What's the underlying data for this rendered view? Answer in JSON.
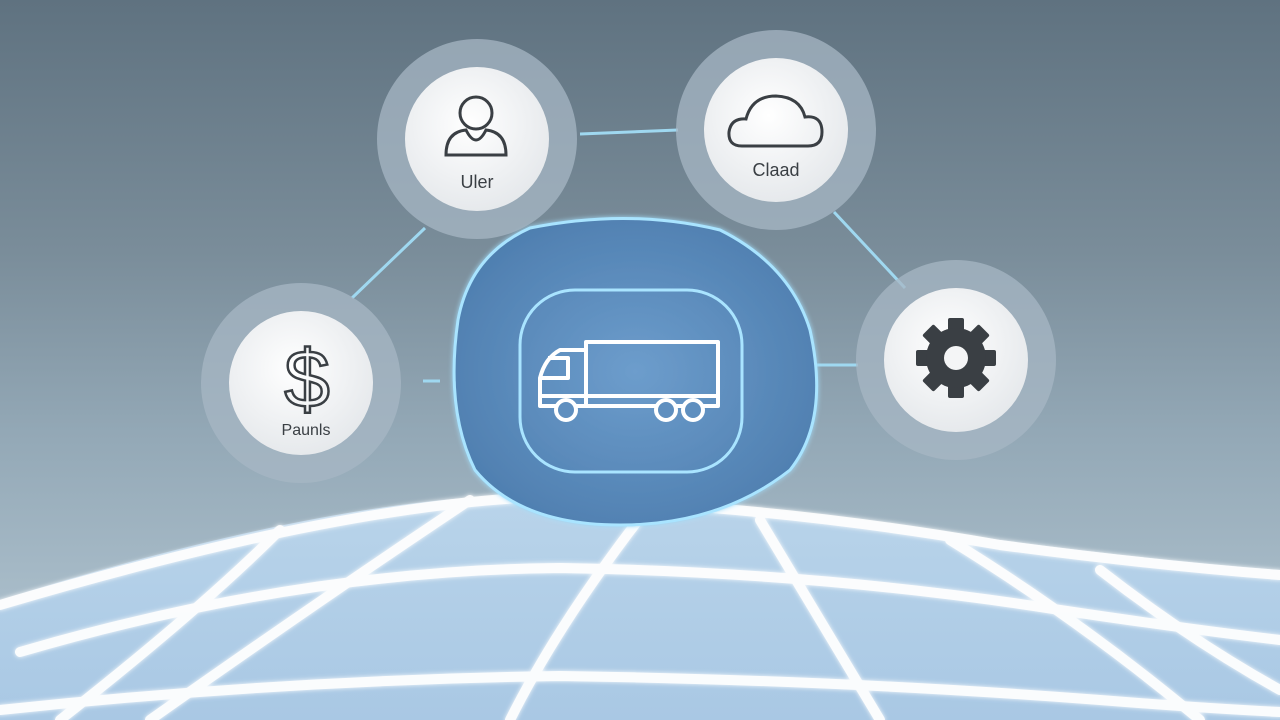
{
  "nodes": {
    "user": {
      "label": "Uler",
      "icon": "user-icon"
    },
    "cloud": {
      "label": "Claad",
      "icon": "cloud-icon"
    },
    "payments": {
      "label": "Paunls",
      "icon": "dollar-sign-icon"
    },
    "settings": {
      "label": "",
      "icon": "gear-icon"
    },
    "hub": {
      "icon": "truck-icon"
    }
  },
  "colors": {
    "background_top": "#5f7280",
    "background_bottom": "#b7cad6",
    "hub_fill": "#5f8fbf",
    "connector": "#9fd8f0",
    "node_fill": "#f4f5f6",
    "grid": "#ffffff"
  }
}
